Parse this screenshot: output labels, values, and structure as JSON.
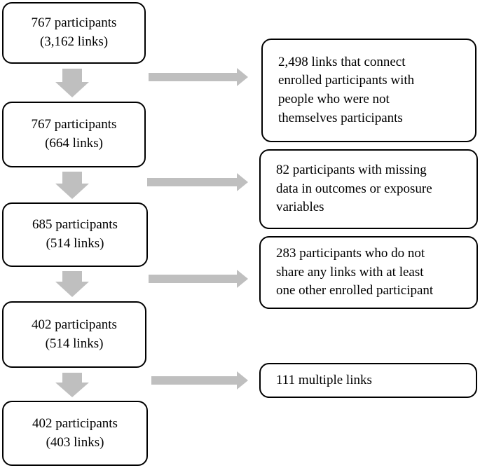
{
  "steps": [
    {
      "participants": "767 participants",
      "links": "(3,162 links)"
    },
    {
      "participants": "767 participants",
      "links": "(664 links)"
    },
    {
      "participants": "685 participants",
      "links": "(514 links)"
    },
    {
      "participants": "402 participants",
      "links": "(514 links)"
    },
    {
      "participants": "402 participants",
      "links": "(403 links)"
    }
  ],
  "exclusions": [
    {
      "lines": [
        "2,498 links that connect",
        "enrolled participants with",
        "people who were not",
        "themselves participants"
      ]
    },
    {
      "lines": [
        "82 participants with missing",
        "data in outcomes or exposure",
        "variables"
      ]
    },
    {
      "lines": [
        "283 participants who do not",
        "share any links with at least",
        "one other enrolled participant"
      ]
    },
    {
      "lines": [
        "111 multiple links"
      ]
    }
  ],
  "colors": {
    "arrow": "#bfbfbf",
    "border": "#000000"
  }
}
